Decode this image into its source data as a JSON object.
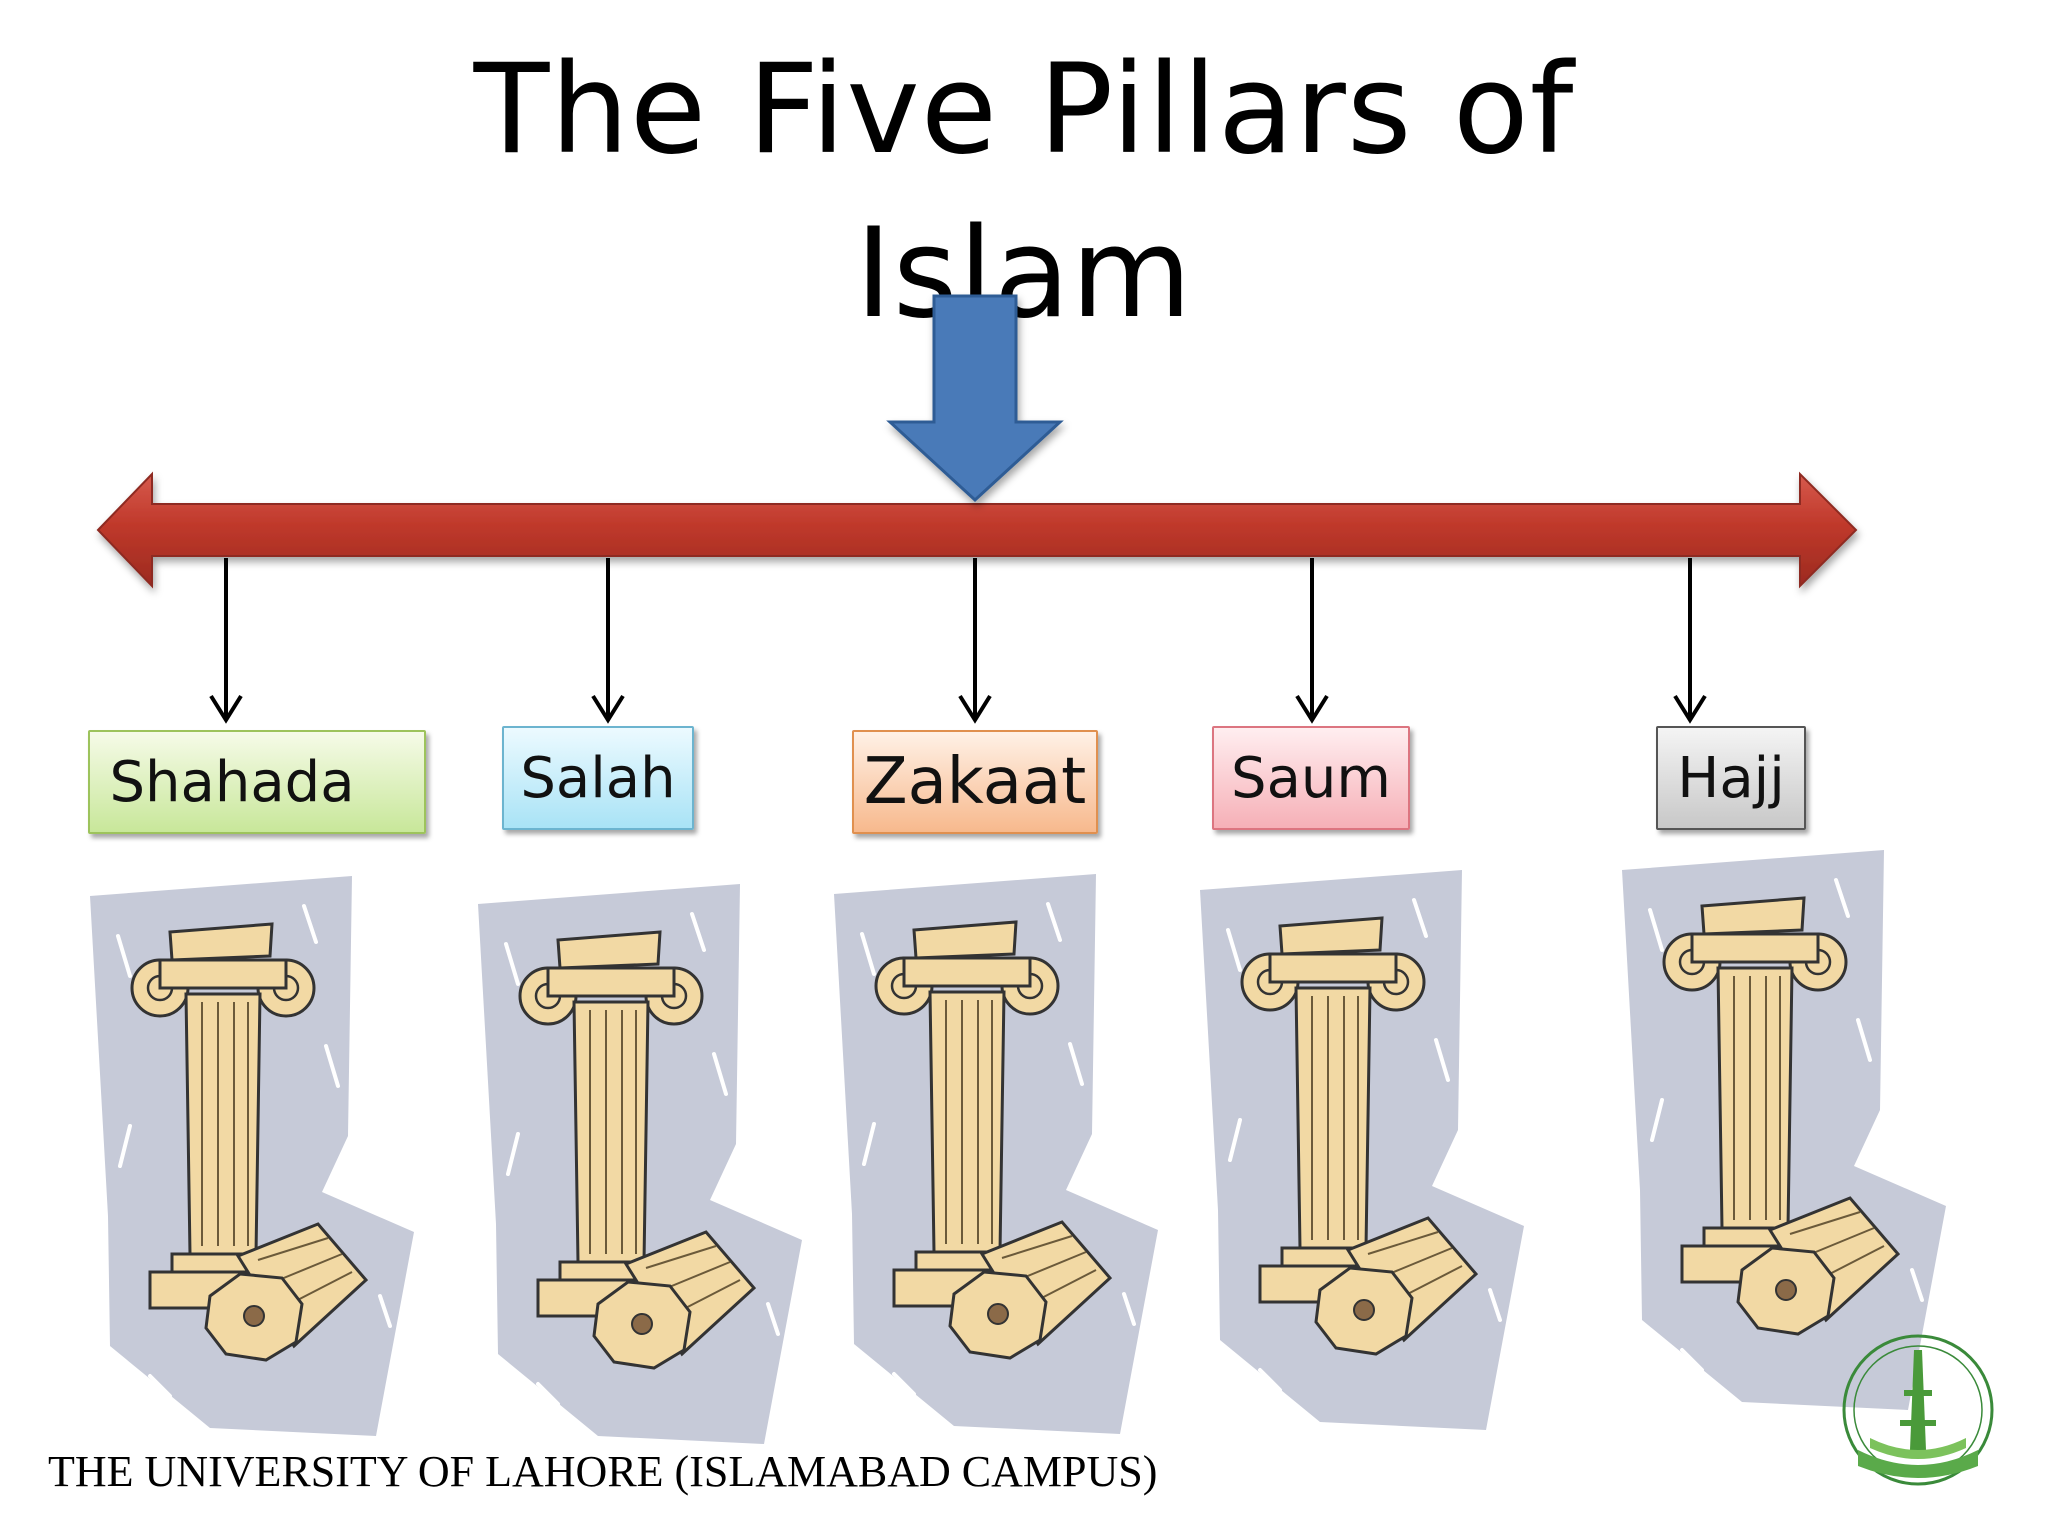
{
  "title": {
    "line1": "The Five Pillars of",
    "line2": "Islam"
  },
  "pillars": [
    {
      "label": "Shahada",
      "color_top": "#f6fbe8",
      "color_bottom": "#c8e79a",
      "border": "#9dc35c"
    },
    {
      "label": "Salah",
      "color_top": "#ecfaff",
      "color_bottom": "#a9e3f6",
      "border": "#6cb4cf"
    },
    {
      "label": "Zakaat",
      "color_top": "#fff1e6",
      "color_bottom": "#f7b98d",
      "border": "#e0904f"
    },
    {
      "label": "Saum",
      "color_top": "#ffeef0",
      "color_bottom": "#f6b0b7",
      "border": "#dc7580"
    },
    {
      "label": "Hajj",
      "color_top": "#f4f4f4",
      "color_bottom": "#c8c8c8",
      "border": "#555555"
    }
  ],
  "colors": {
    "timeline": "#c0392b",
    "down_arrow": "#4a7ab8",
    "pillar_fill": "#f2d9a4",
    "pillar_backdrop": "#c6cad8"
  },
  "footer": {
    "text": "THE UNIVERSITY OF LAHORE (ISLAMABAD CAMPUS)"
  }
}
